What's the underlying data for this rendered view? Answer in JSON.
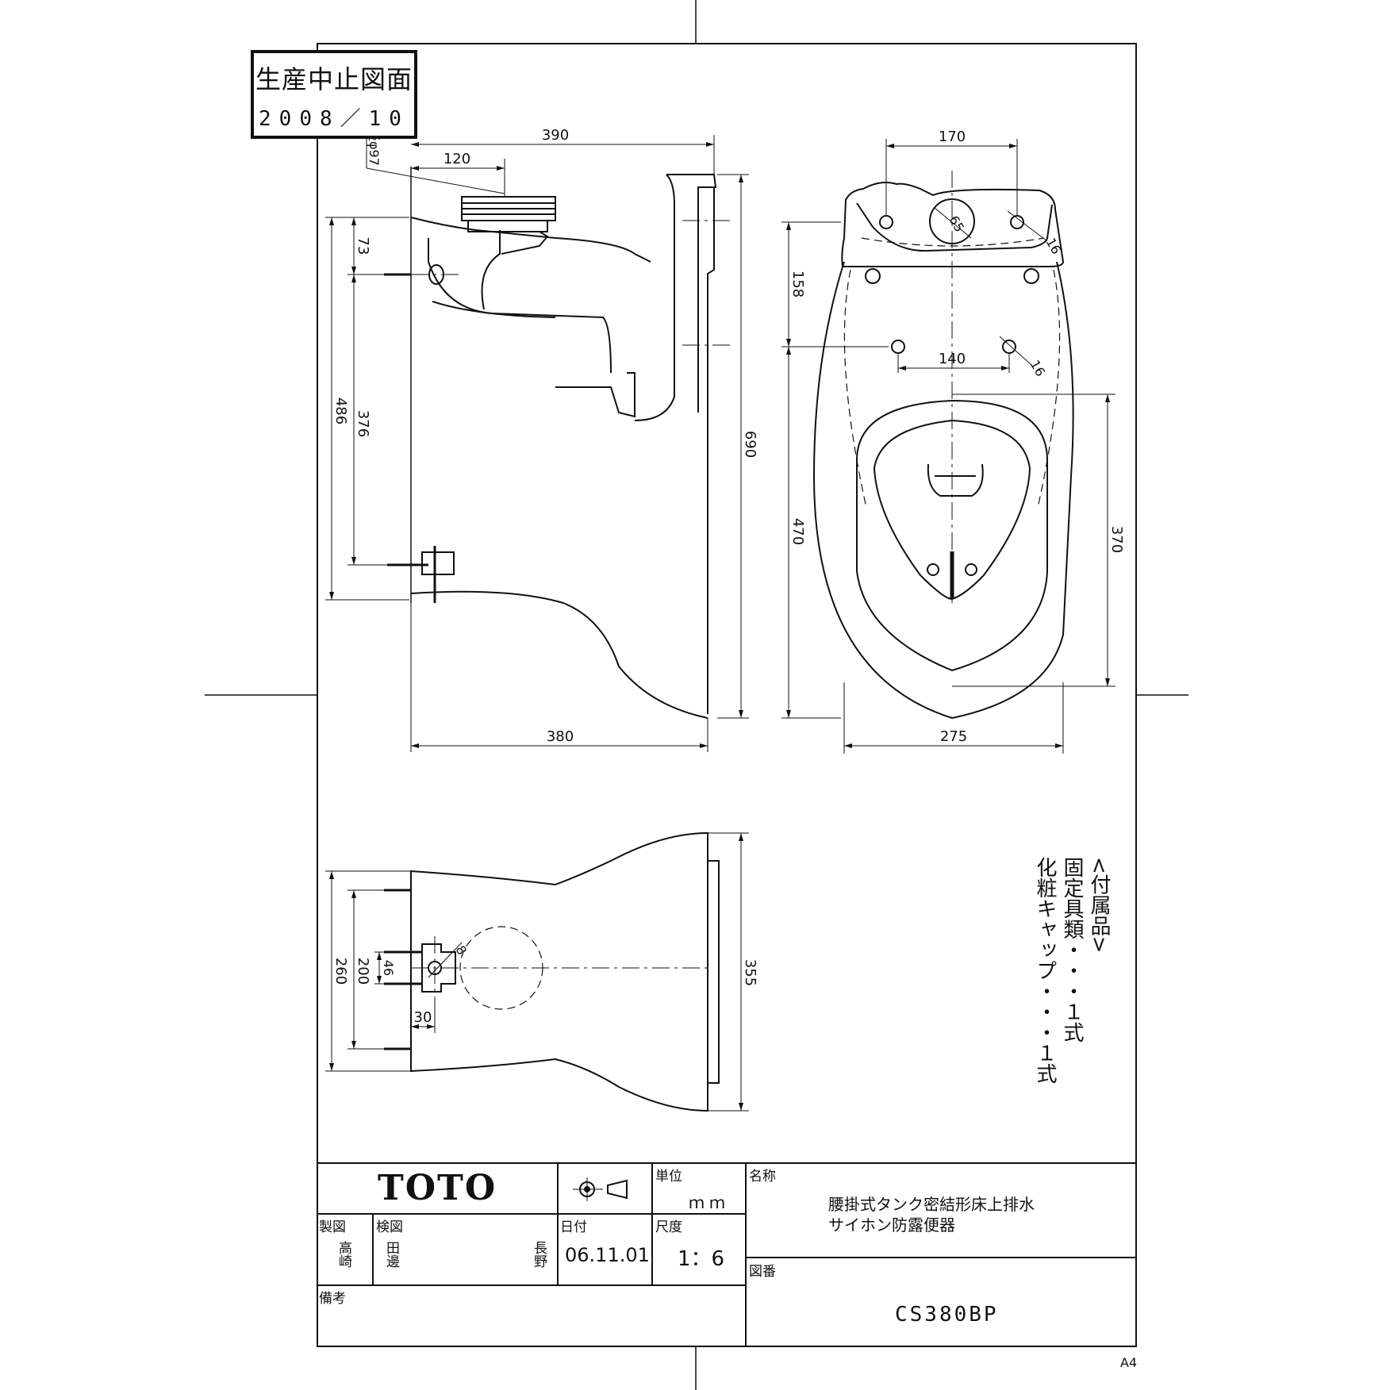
{
  "stamp": {
    "title": "生産中止図面",
    "date": "2008／10"
  },
  "side_view": {
    "outlet_label": "排水口外径φ97",
    "dims": {
      "total_depth": "390",
      "outlet_offset": "120",
      "height_73": "73",
      "height_486": "486",
      "height_376": "376",
      "height_690": "690",
      "base_380": "380"
    }
  },
  "top_view": {
    "dims": {
      "width_170": "170",
      "dia_65": "65",
      "hole_16_top": "16",
      "depth_158": "158",
      "width_140": "140",
      "hole_16_mid": "16",
      "depth_470": "470",
      "length_370": "370",
      "width_275": "275"
    }
  },
  "bottom_view": {
    "dims": {
      "span_260": "260",
      "span_200": "200",
      "span_46": "46",
      "hole_8": "8",
      "offset_30": "30",
      "width_355": "355"
    }
  },
  "accessories": {
    "heading": "<付属品>",
    "lines": [
      "固定具類・・・１式",
      "化粧キャップ・・・１式"
    ]
  },
  "title_block": {
    "logo": "TOTO",
    "unit_label": "単位",
    "unit_value": "ｍｍ",
    "name_label": "名称",
    "name_line1": "腰掛式タンク密結形床上排水",
    "name_line2": "サイホン防露便器",
    "drawn_label": "製図",
    "drawn_by": "高崎",
    "checked_label": "検図",
    "checked_by": "田邊",
    "approved_by": "長野",
    "date_label": "日付",
    "date_value": "06.11.01",
    "scale_label": "尺度",
    "scale_value": "1：6",
    "drawing_no_label": "図番",
    "drawing_no": "CS380BP",
    "remarks_label": "備考",
    "paper_size": "A4"
  }
}
